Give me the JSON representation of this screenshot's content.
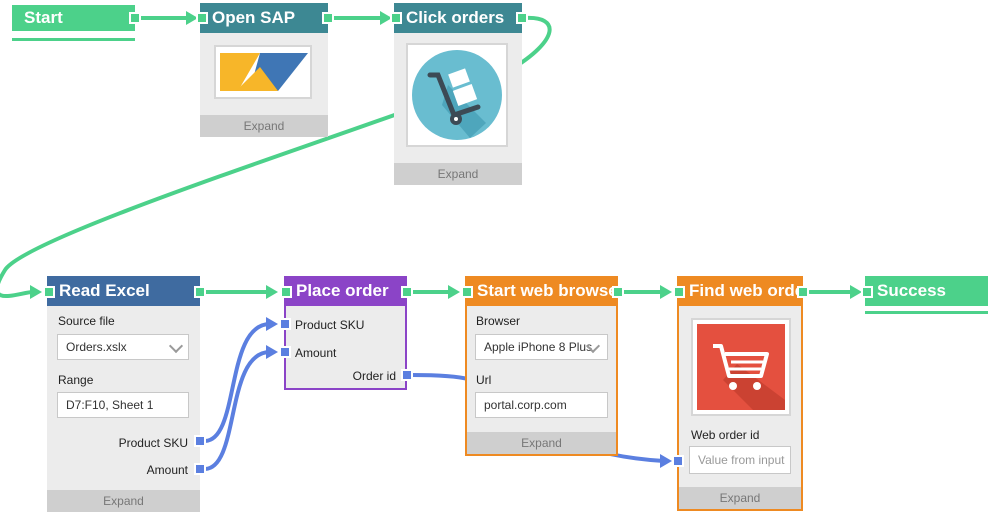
{
  "colors": {
    "flow_wire": "#4cd18a",
    "data_wire": "#5b7fe0",
    "terminal": "#4cd18a",
    "sap_header": "#3d8893",
    "excel_header": "#3f6ba0",
    "place_order_header": "#8b44c7",
    "browser_header": "#ee8a22"
  },
  "icons": {
    "open_sap": "sap-logo-icon",
    "click_orders": "hand-truck-icon",
    "find_web_order": "shopping-cart-icon"
  },
  "nodes": {
    "start": {
      "title": "Start"
    },
    "open_sap": {
      "title": "Open SAP",
      "footer": "Expand"
    },
    "click_orders": {
      "title": "Click orders",
      "footer": "Expand"
    },
    "read_excel": {
      "title": "Read Excel",
      "source_label": "Source file",
      "source_value": "Orders.xslx",
      "range_label": "Range",
      "range_value": "D7:F10, Sheet 1",
      "out_sku": "Product SKU",
      "out_amount": "Amount",
      "footer": "Expand"
    },
    "place_order": {
      "title": "Place order",
      "in_sku": "Product SKU",
      "in_amount": "Amount",
      "out_order_id": "Order id"
    },
    "start_web_browser": {
      "title": "Start web browser",
      "browser_label": "Browser",
      "browser_value": "Apple iPhone 8 Plus",
      "url_label": "Url",
      "url_value": "portal.corp.com",
      "footer": "Expand"
    },
    "find_web_order": {
      "title": "Find web order",
      "web_order_label": "Web order id",
      "web_order_placeholder": "Value from input",
      "footer": "Expand"
    },
    "success": {
      "title": "Success"
    }
  }
}
